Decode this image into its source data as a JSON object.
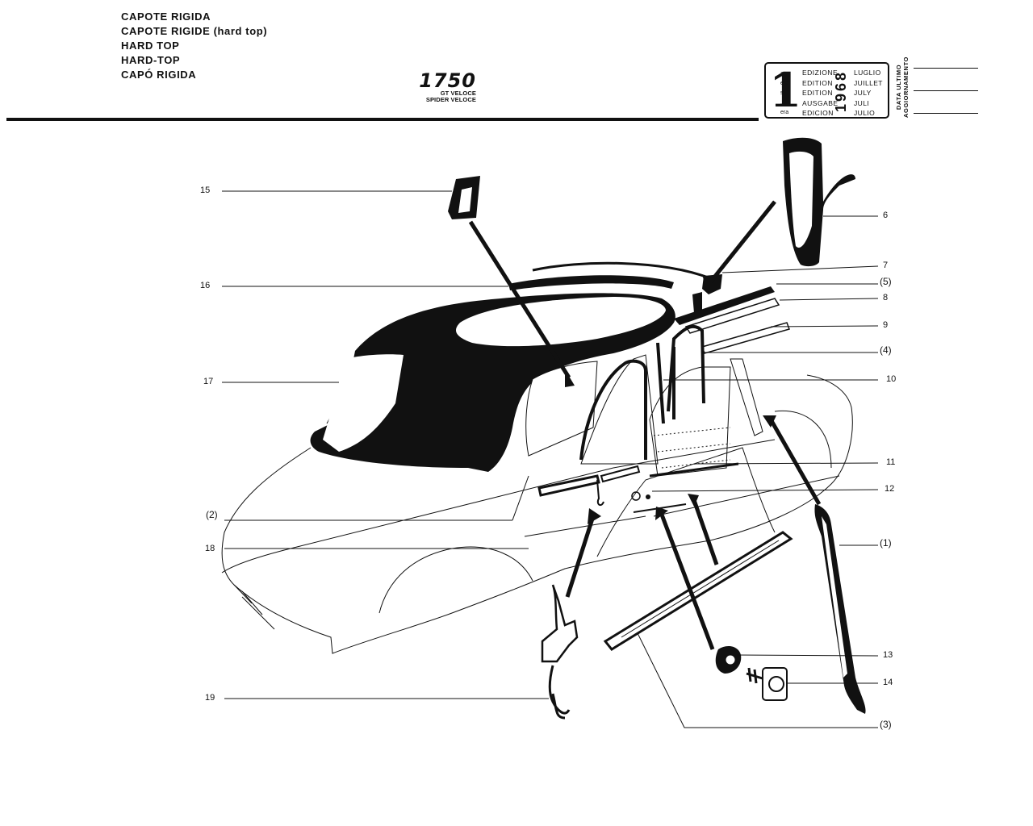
{
  "header": {
    "titles": [
      "CAPOTE RIGIDA",
      "CAPOTE RIGIDE (hard top)",
      "HARD TOP",
      "HARD-TOP",
      "CAPÓ RIGIDA"
    ],
    "model_number": "1750",
    "model_variants": [
      "GT VELOCE",
      "SPIDER VELOCE"
    ]
  },
  "edition_box": {
    "number": "1",
    "suffixes": [
      "a",
      "ere",
      "st",
      ".",
      "era"
    ],
    "edition_words": [
      "EDIZIONE",
      "EDITION",
      "EDITION",
      "AUSGABE",
      "EDICION"
    ],
    "year": "1968",
    "months": [
      "LUGLIO",
      "JUILLET",
      "JULY",
      "JULI",
      "JULIO"
    ]
  },
  "update_field": {
    "label_line1": "DATA ULTIMO",
    "label_line2": "AGGIORNAMENTO"
  },
  "callouts": {
    "c15": "15",
    "c16": "16",
    "c17": "17",
    "c2p": "(2)",
    "c18": "18",
    "c19": "19",
    "c6": "6",
    "c7": "7",
    "c5p": "(5)",
    "c8": "8",
    "c9": "9",
    "c4p": "(4)",
    "c10": "10",
    "c11": "11",
    "c12": "12",
    "c1p": "(1)",
    "c13": "13",
    "c14": "14",
    "c3p": "(3)"
  }
}
